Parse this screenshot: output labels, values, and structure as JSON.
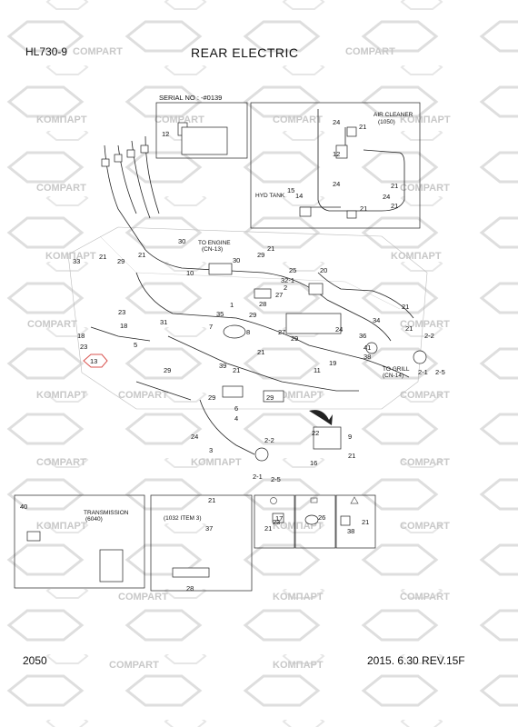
{
  "header": {
    "model": "HL730-9",
    "title": "REAR ELECTRIC"
  },
  "footer": {
    "page": "2050",
    "revision": "2015. 6.30  REV.15F"
  },
  "watermark": {
    "brand_a": "KOMПAPT",
    "brand_b": "COMPART"
  },
  "insets": {
    "serial": "SERIAL NO : -#0139",
    "air_cleaner": "AIR CLEANER",
    "air_cleaner_code": "(1050)",
    "hyd_tank": "HYD TANK",
    "to_engine": "TO ENGINE",
    "to_engine_code": "(CN-13)",
    "to_grill": "TO GRILL",
    "to_grill_code": "(CN-14)",
    "transmission": "TRANSMISSION",
    "transmission_code": "(6040)",
    "item3": "(1032 ITEM 3)"
  },
  "callouts": {
    "c12a": "12",
    "c24a": "24",
    "c21a": "21",
    "c12b": "12",
    "c15": "15",
    "c14": "14",
    "c24b": "24",
    "c21b": "21",
    "c24c": "24",
    "c21c": "21",
    "c21d": "21",
    "c30a": "30",
    "c21e": "21",
    "c33": "33",
    "c29a": "29",
    "c21f": "21",
    "c30b": "30",
    "c29b": "29",
    "c21g": "21",
    "c10": "10",
    "c25": "25",
    "c20": "20",
    "c27a": "27",
    "c32": "32-1",
    "c2a": "2",
    "c28a": "28",
    "c1": "1",
    "c35": "35",
    "c29c": "29",
    "c23a": "23",
    "c18a": "18",
    "c31": "31",
    "c7": "7",
    "c8": "8",
    "c27b": "27",
    "c18b": "18",
    "c23b": "23",
    "c29d": "29",
    "c21h": "21",
    "c24d": "24",
    "c21i": "21",
    "c34": "34",
    "c36": "36",
    "c41": "41",
    "c38a": "38",
    "c22a": "2-2",
    "c21j": "21",
    "c25b": "2-5",
    "c5": "5",
    "c39": "39",
    "c21k": "21",
    "c11": "11",
    "c19": "19",
    "c29e": "29",
    "c29f": "29",
    "c29g": "29",
    "c13": "13",
    "c6": "6",
    "c4": "4",
    "c24e": "24",
    "c3": "3",
    "c22b": "2-2",
    "c21l": "2-1",
    "c25c": "2-5",
    "c22": "22",
    "c9": "9",
    "c16": "16",
    "c21m": "21",
    "c40": "40",
    "c21n": "21",
    "c37": "37",
    "c28b": "28",
    "c17": "17",
    "c21o": "21",
    "c26": "26",
    "c21p": "21",
    "c38b": "38",
    "c23c": "23",
    "c2b": "2-1"
  },
  "colors": {
    "line": "#222222",
    "watermark": "#d0d0d0",
    "highlight": "#d9534f"
  }
}
